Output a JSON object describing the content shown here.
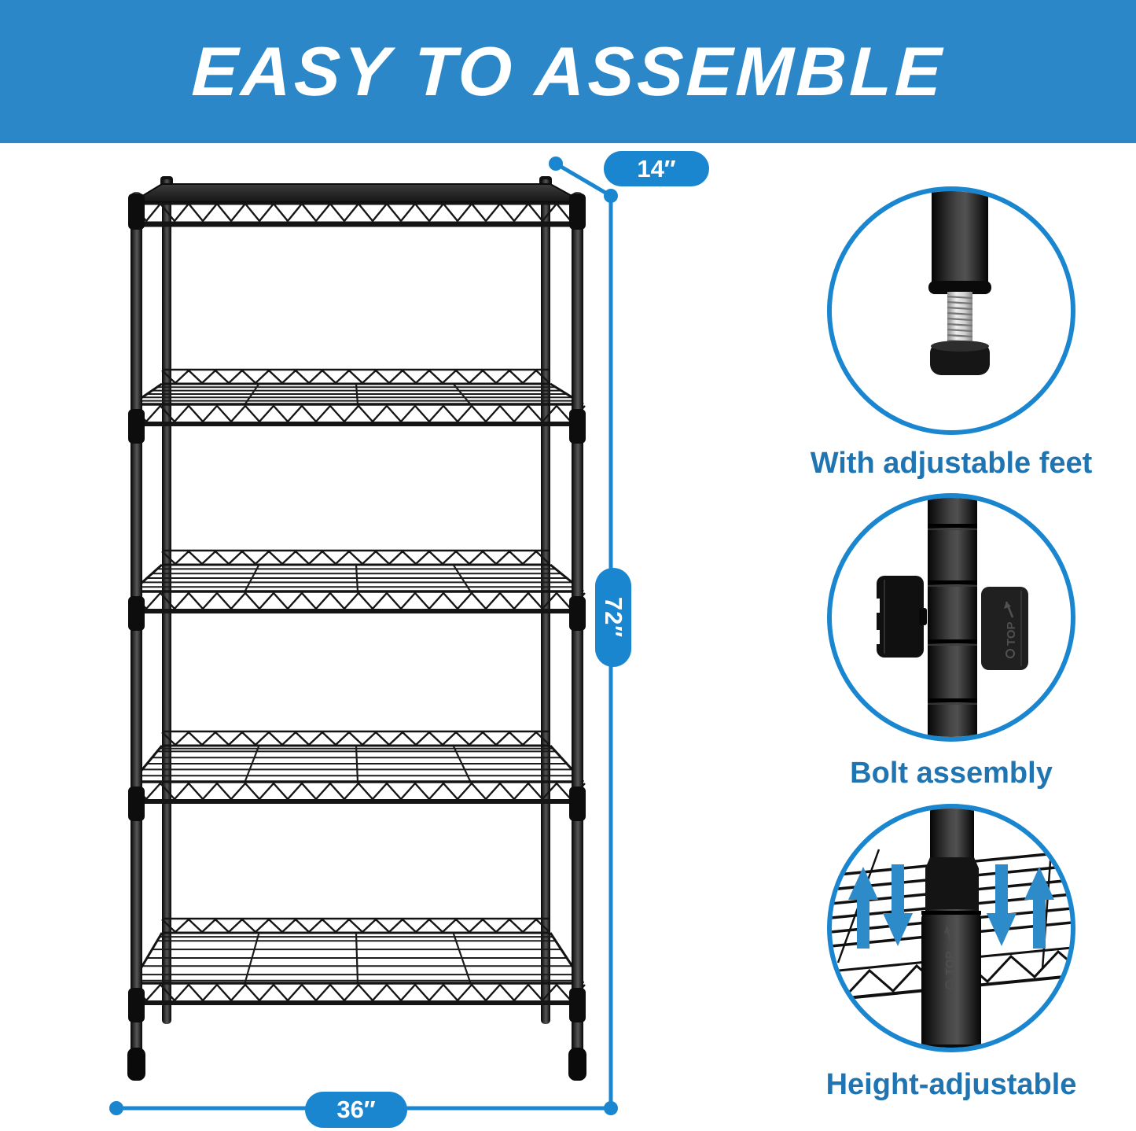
{
  "header": {
    "title": "EASY TO ASSEMBLE"
  },
  "dimensions": {
    "depth": {
      "label": "14″"
    },
    "height": {
      "label": "72″"
    },
    "width": {
      "label": "36″"
    }
  },
  "features": [
    {
      "label": "With adjustable feet",
      "icon": "adjustable-foot-photo"
    },
    {
      "label": "Bolt assembly",
      "icon": "bolt-assembly-photo",
      "marking": "TOP"
    },
    {
      "label": "Height-adjustable",
      "icon": "height-adjustable-photo",
      "marking": "TOP"
    }
  ],
  "illustration": {
    "subject": "black 5-tier wire shelving unit"
  },
  "colors": {
    "header_bg": "#2b87c7",
    "accent": "#1a86cf",
    "arrow": "#2e8bc9",
    "label_text": "#1f74b2",
    "title_text": "#ffffff"
  }
}
